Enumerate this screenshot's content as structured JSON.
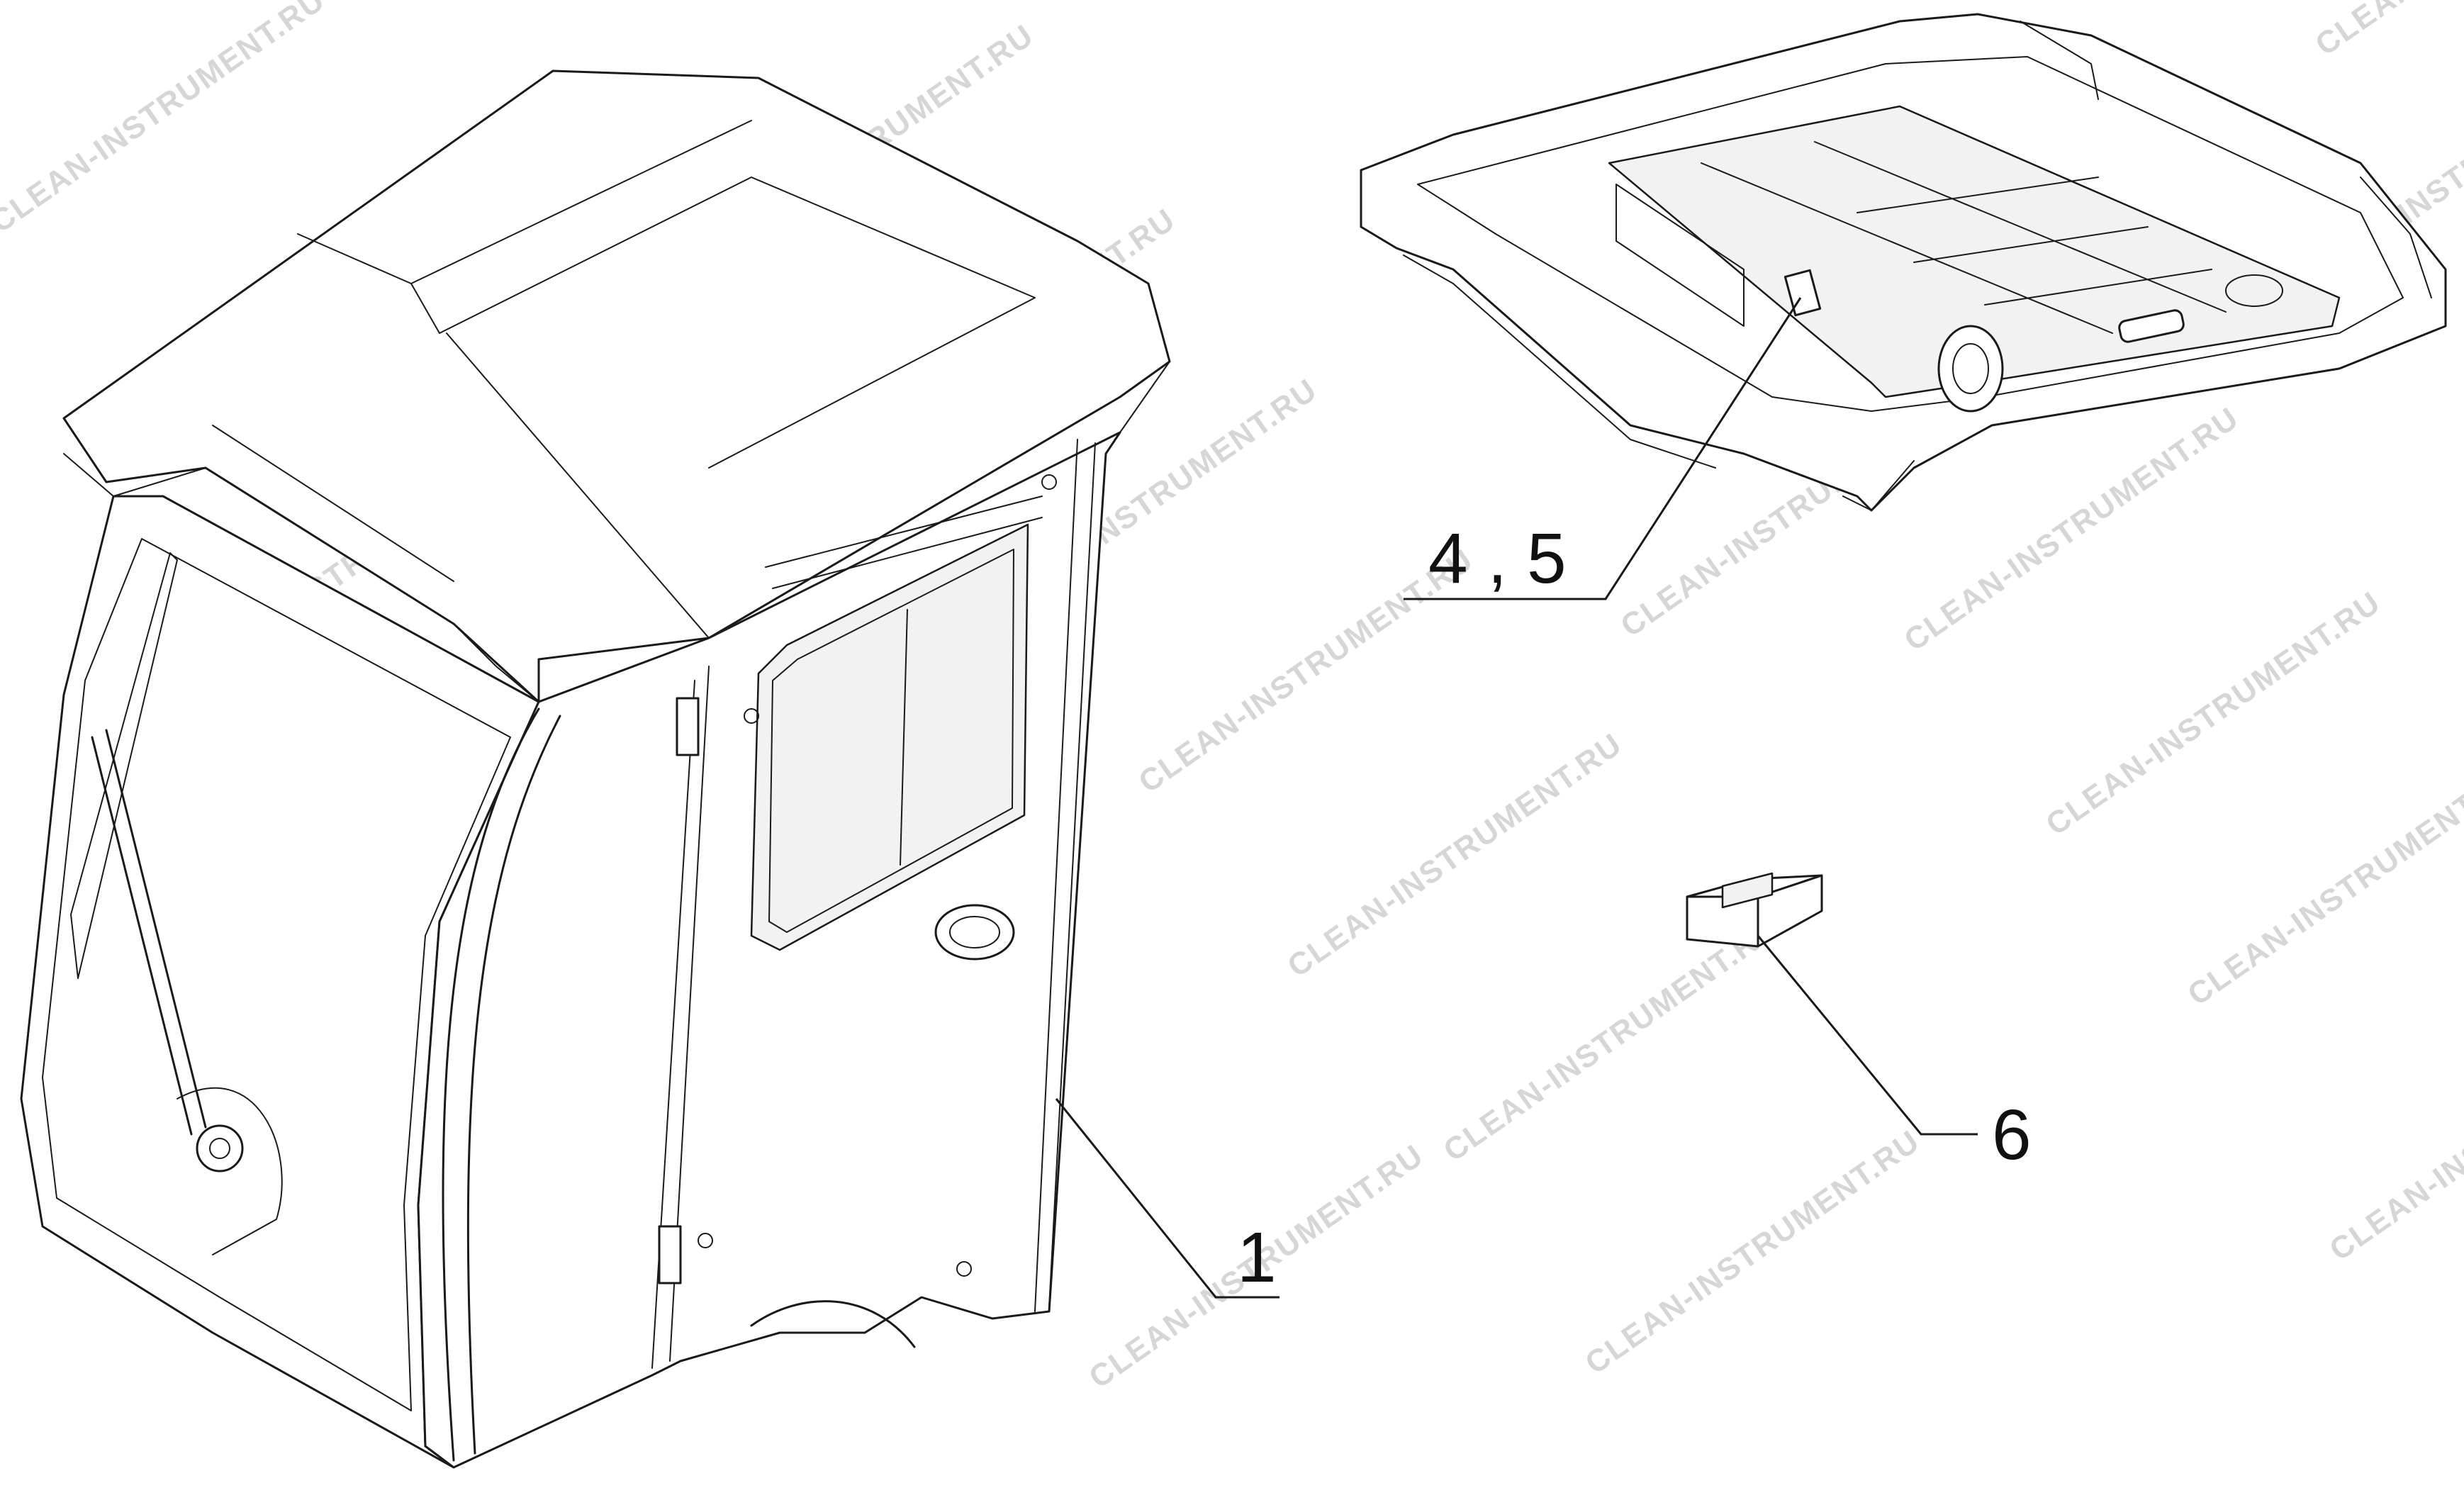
{
  "watermark": {
    "text": "CLEAN-INSTRUMENT.RU",
    "color": "#d6d6d6"
  },
  "callouts": [
    {
      "id": "cab",
      "label": "1"
    },
    {
      "id": "roof",
      "label": "4 , 5"
    },
    {
      "id": "connector",
      "label": "6"
    }
  ],
  "parts": {
    "cab": "cab-assembly",
    "roof": "roof-panel-assembly",
    "connector": "electrical-connector"
  }
}
